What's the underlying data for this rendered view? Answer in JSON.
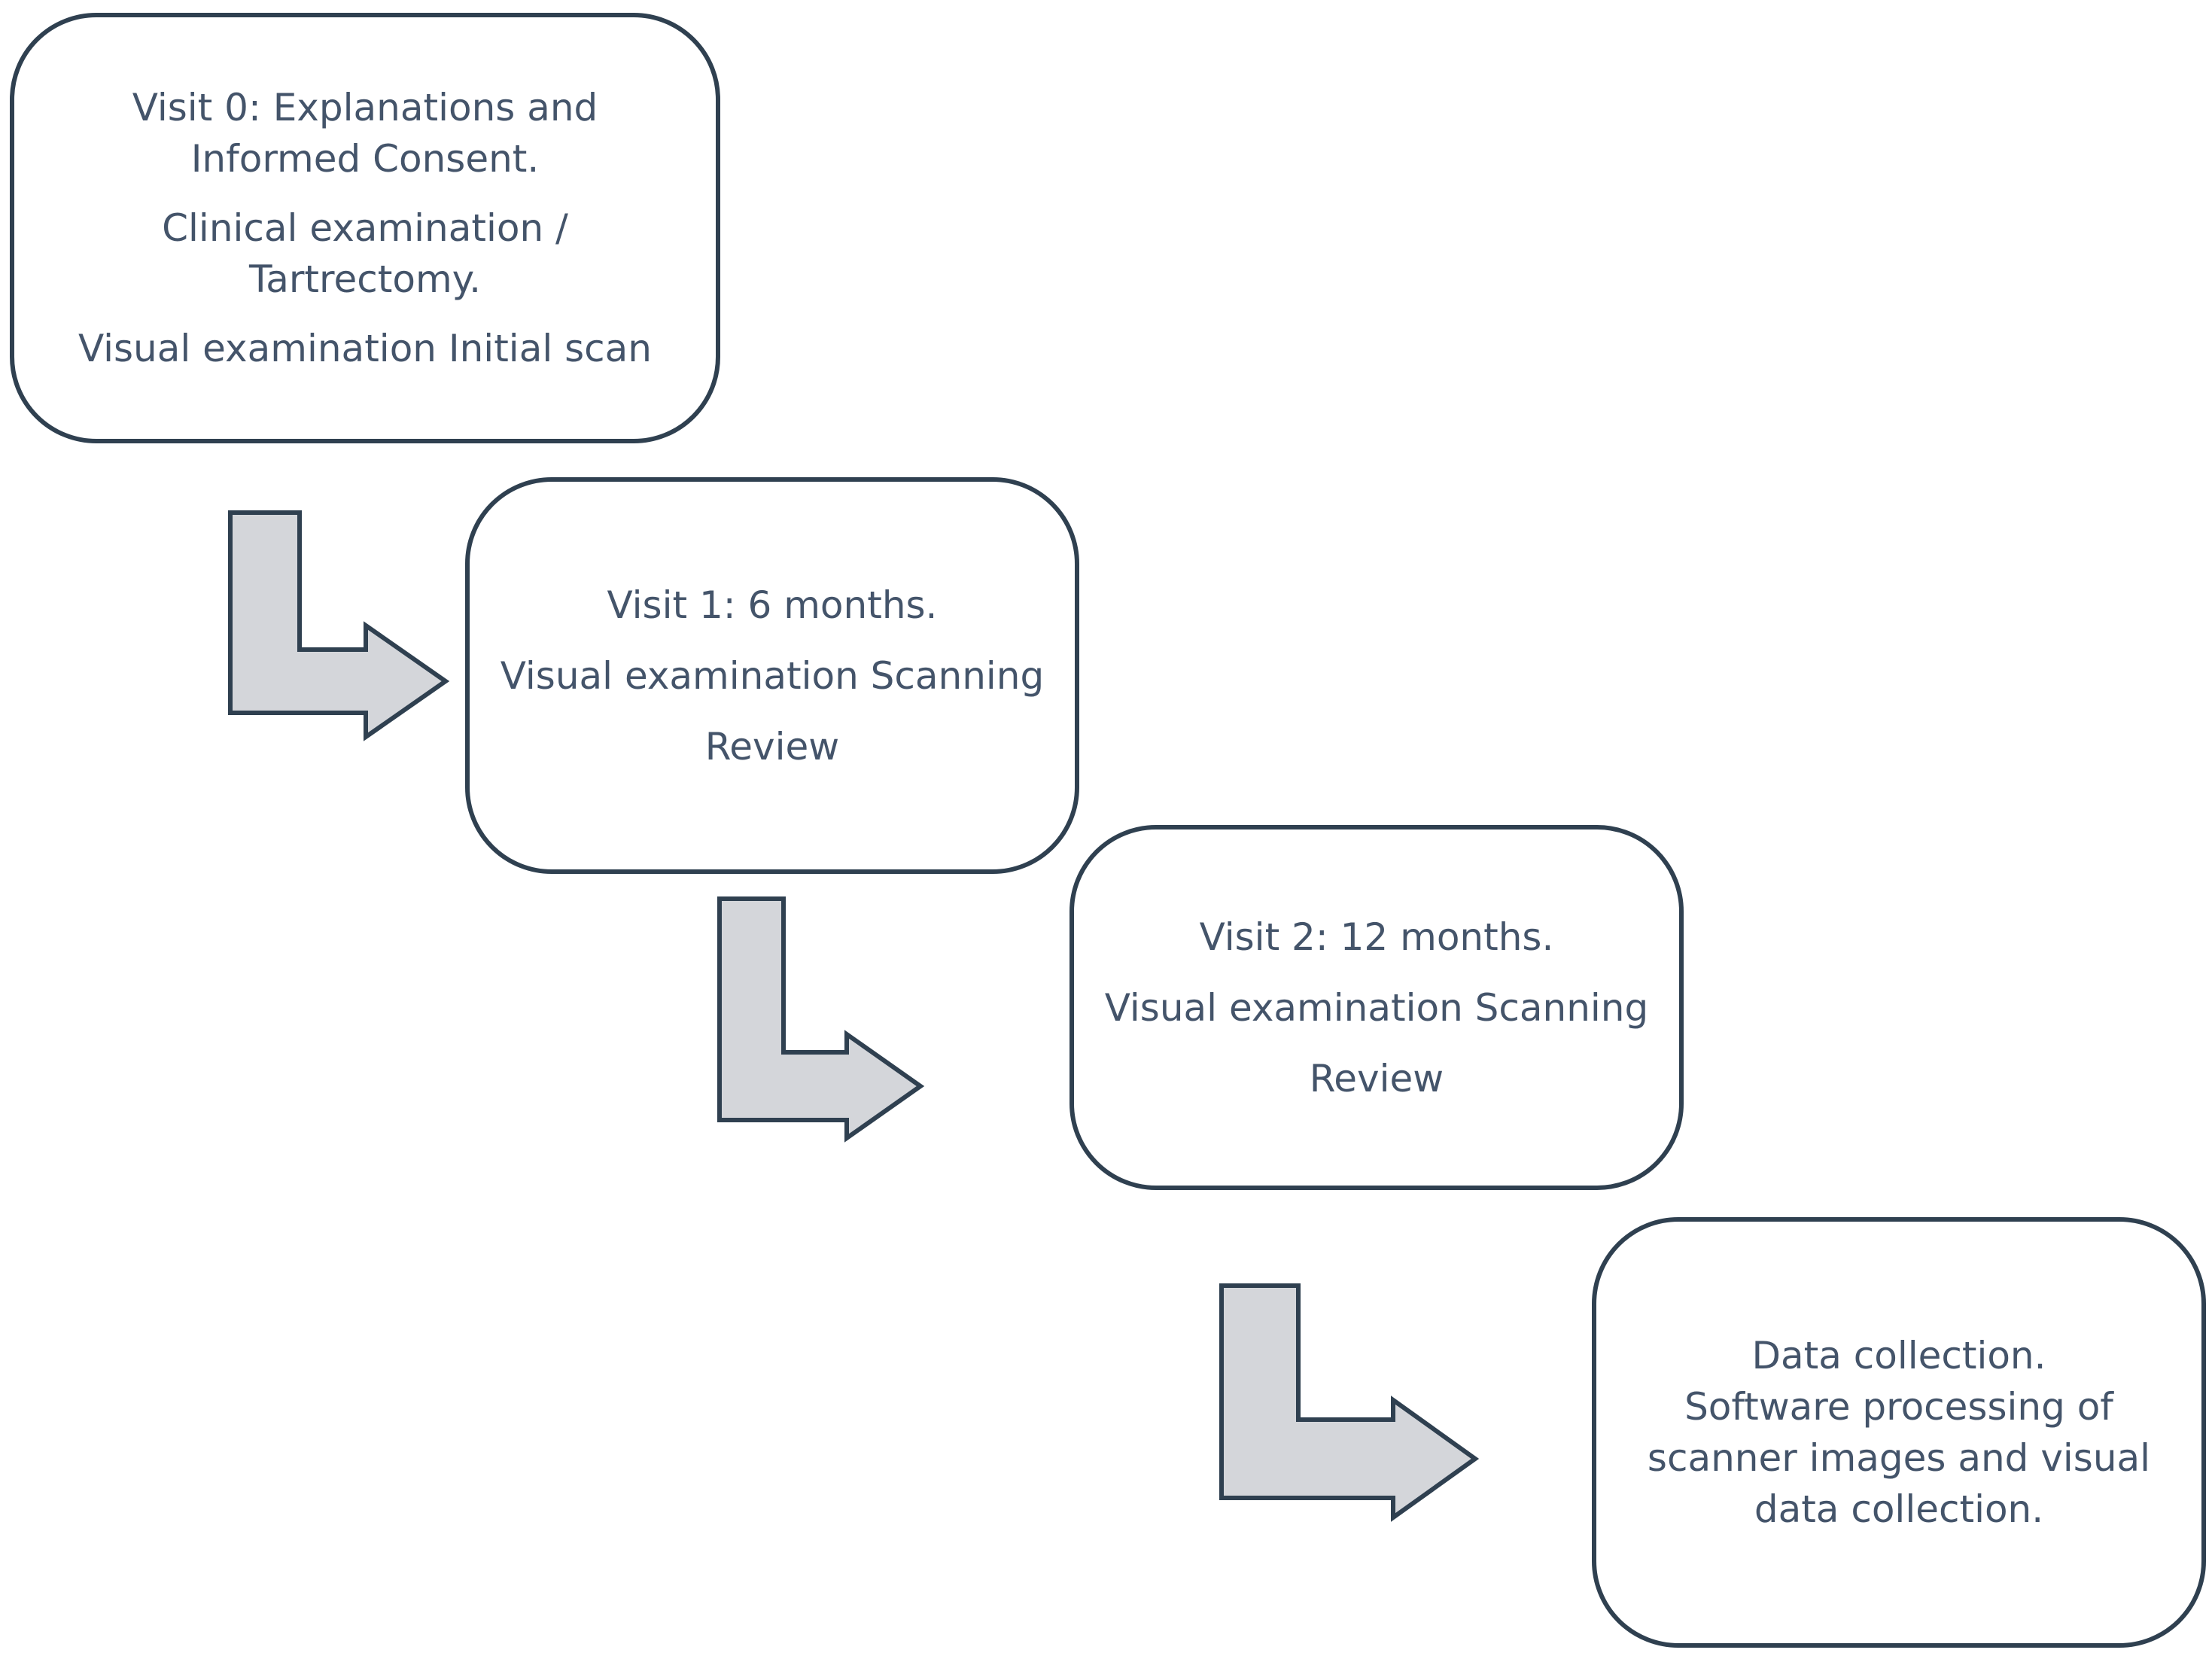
{
  "boxes": [
    {
      "paragraphs": [
        [
          "Visit 0: Explanations and",
          "Informed Consent."
        ],
        [
          "Clinical examination /",
          "Tartrectomy."
        ],
        [
          "Visual examination Initial scan"
        ]
      ]
    },
    {
      "paragraphs": [
        [
          "Visit 1: 6 months."
        ],
        [
          "Visual examination Scanning"
        ],
        [
          "Review"
        ]
      ]
    },
    {
      "paragraphs": [
        [
          "Visit 2: 12 months."
        ],
        [
          "Visual examination Scanning"
        ],
        [
          "Review"
        ]
      ]
    },
    {
      "paragraphs": [
        [
          "Data collection.",
          "Software processing of",
          "scanner images and visual",
          "data collection."
        ]
      ]
    }
  ],
  "colors": {
    "box_border": "#2f4050",
    "text": "#44546a",
    "arrow_fill": "#d4d6da",
    "arrow_stroke": "#2f4050"
  }
}
